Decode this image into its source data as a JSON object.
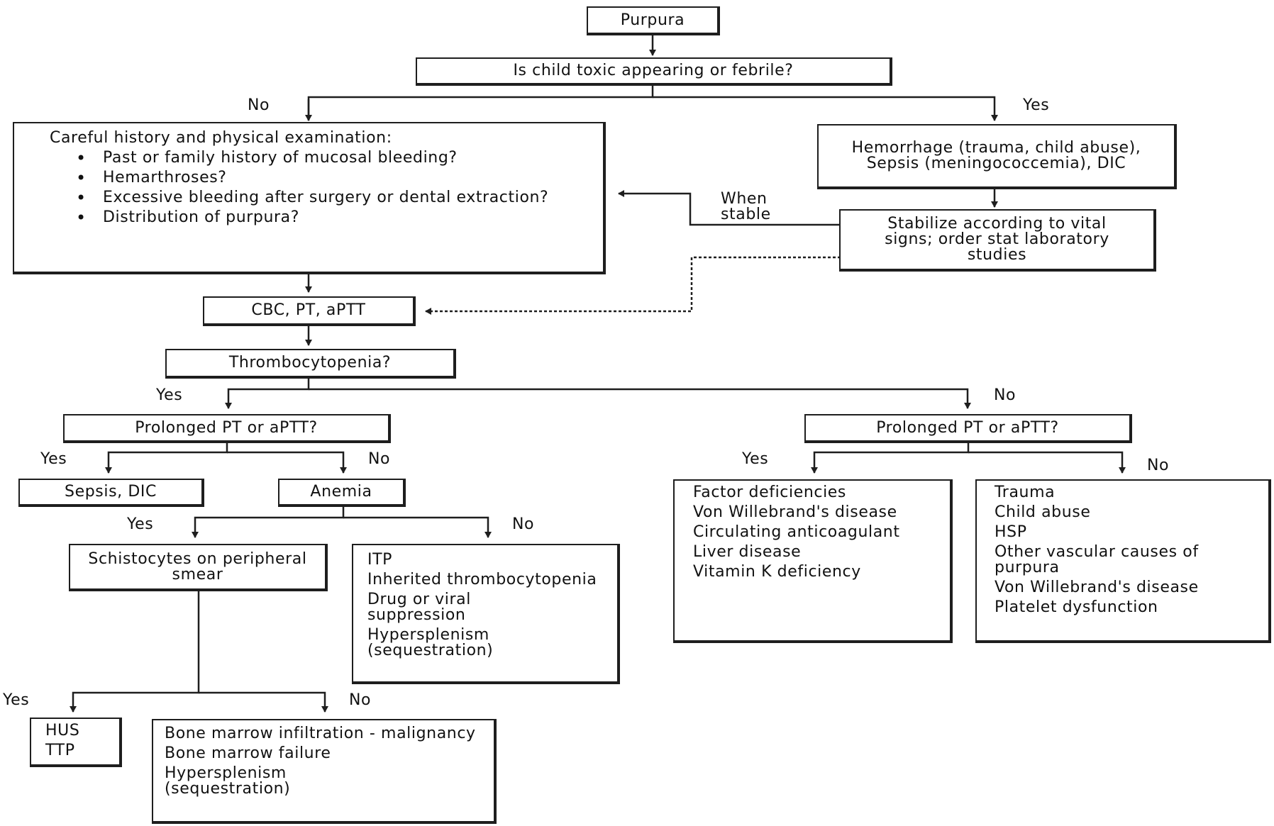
{
  "nodes": {
    "purpura": "Purpura",
    "toxic_question": "Is child toxic appearing or febrile?",
    "history": {
      "heading": "Careful history and physical examination:",
      "items": [
        "Past or family history of mucosal bleeding?",
        "Hemarthroses?",
        "Excessive bleeding after surgery or dental extraction?",
        "Distribution of purpura?"
      ]
    },
    "hemorrhage": "Hemorrhage (trauma, child abuse), Sepsis (meningococcemia), DIC",
    "stabilize": "Stabilize according to vital signs; order stat laboratory studies",
    "labs": "CBC, PT, aPTT",
    "thrombocytopenia": "Thrombocytopenia?",
    "prolonged_left": "Prolonged PT or aPTT?",
    "prolonged_right": "Prolonged PT or aPTT?",
    "sepsis_dic": "Sepsis, DIC",
    "anemia": "Anemia",
    "schistocytes": "Schistocytes on peripheral smear",
    "itp_list": [
      "ITP",
      "Inherited thrombocytopenia",
      "Drug or viral suppression",
      "Hypersplenism (sequestration)"
    ],
    "factor_list": [
      "Factor deficiencies",
      "Von Willebrand's disease",
      "Circulating anticoagulant",
      "Liver disease",
      "Vitamin K deficiency"
    ],
    "trauma_list": [
      "Trauma",
      "Child abuse",
      "HSP",
      "Other vascular causes of purpura",
      "Von Willebrand's disease",
      "Platelet dysfunction"
    ],
    "hus_list": [
      "HUS",
      "TTP"
    ],
    "marrow_list": [
      "Bone marrow infiltration - malignancy",
      "Bone marrow failure",
      "Hypersplenism (sequestration)"
    ]
  },
  "edge_labels": {
    "toxic_no": "No",
    "toxic_yes": "Yes",
    "when_stable": "When stable",
    "thrombo_yes": "Yes",
    "thrombo_no": "No",
    "left_yes": "Yes",
    "left_no": "No",
    "right_yes": "Yes",
    "right_no": "No",
    "anemia_yes": "Yes",
    "anemia_no": "No",
    "schisto_yes": "Yes",
    "schisto_no": "No"
  }
}
